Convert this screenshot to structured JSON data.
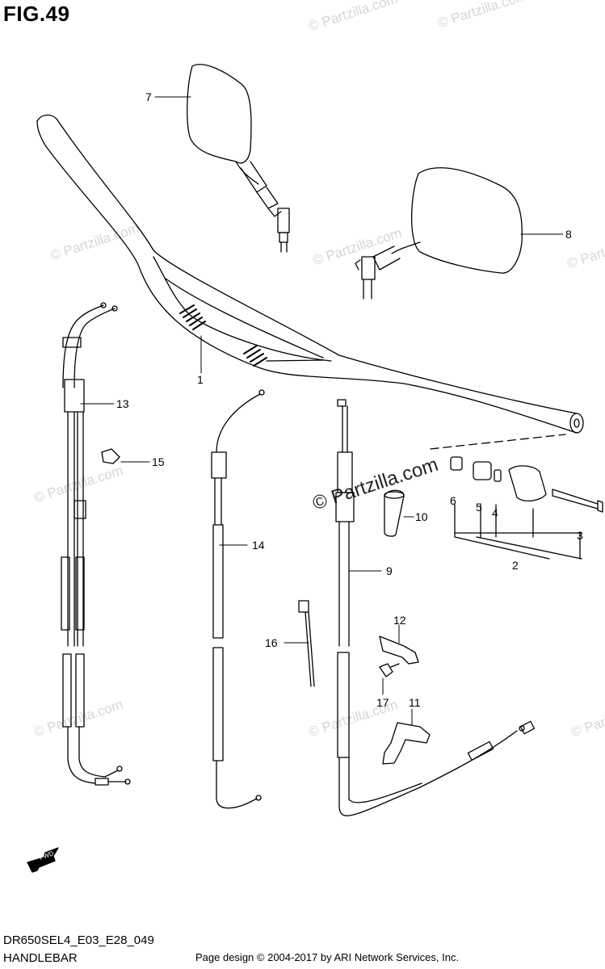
{
  "figure_title": "FIG.49",
  "watermark_text": "© Partzilla.com",
  "part_labels": {
    "p1": "1",
    "p2": "2",
    "p3": "3",
    "p4": "4",
    "p5": "5",
    "p6": "6",
    "p7": "7",
    "p8": "8",
    "p9": "9",
    "p10": "10",
    "p11": "11",
    "p12": "12",
    "p13": "13",
    "p14": "14",
    "p15": "15",
    "p16": "16",
    "p17": "17"
  },
  "fwd_label": "FWD",
  "footer": {
    "diagram_code": "DR650SEL4_E03_E28_049",
    "section_name": "HANDLEBAR",
    "copyright": "Page design © 2004-2017 by ARI Network Services, Inc."
  }
}
